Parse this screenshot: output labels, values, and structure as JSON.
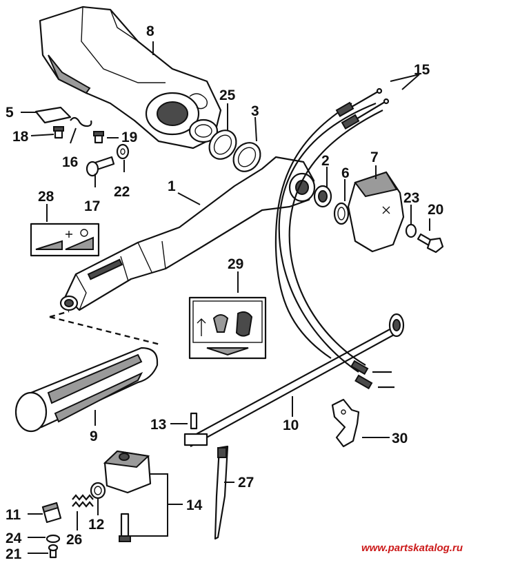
{
  "diagram": {
    "labels": {
      "p1": "1",
      "p2": "2",
      "p3": "3",
      "p5": "5",
      "p6": "6",
      "p7": "7",
      "p8": "8",
      "p9": "9",
      "p10": "10",
      "p11": "11",
      "p12": "12",
      "p13": "13",
      "p14": "14",
      "p15": "15",
      "p16": "16",
      "p17": "17",
      "p18": "18",
      "p19": "19",
      "p20": "20",
      "p21": "21",
      "p22": "22",
      "p23": "23",
      "p24": "24",
      "p25": "25",
      "p26": "26",
      "p27": "27",
      "p28": "28",
      "p29": "29",
      "p30": "30"
    },
    "watermark": "www.partskatalog.ru"
  }
}
